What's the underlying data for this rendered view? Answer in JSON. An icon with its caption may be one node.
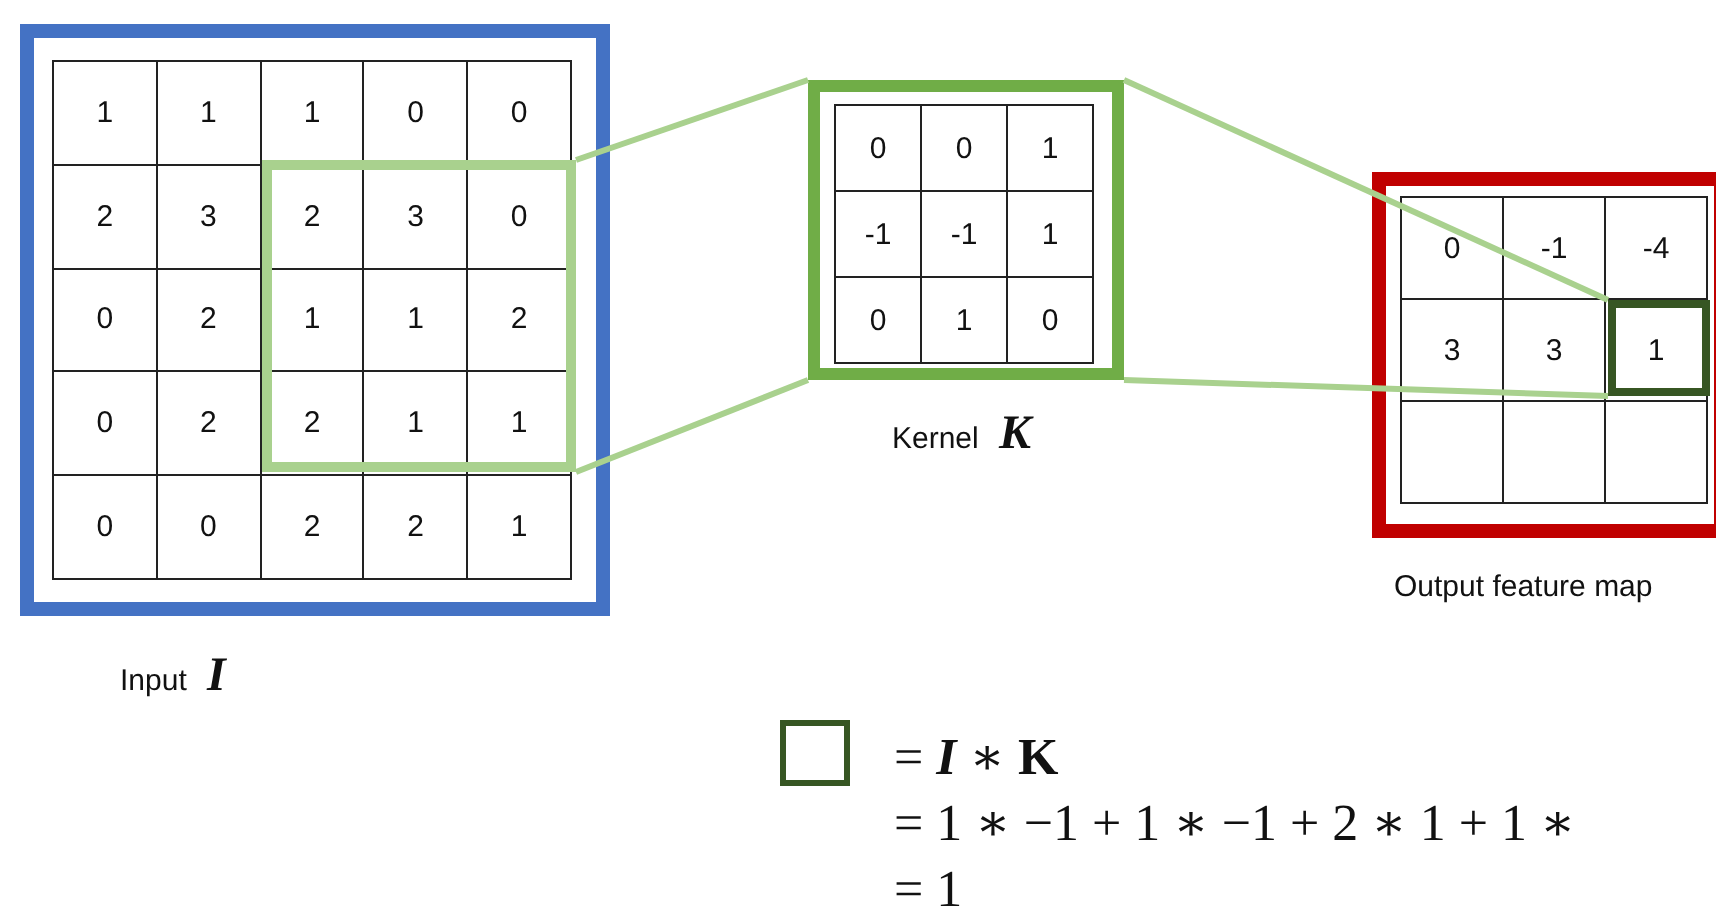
{
  "diagram": {
    "nodes": [
      {
        "text": [],
        "shape": "box",
        "beside": [
          "Input *I*"
        ]
      },
      {
        "text": [],
        "shape": "box",
        "in": 0
      },
      {
        "text": [],
        "shape": "box",
        "beside": [
          "Kernel *K*"
        ]
      },
      {
        "text": [],
        "shape": "box",
        "beside": [
          "Output feature map"
        ]
      },
      {
        "text": [],
        "shape": "box",
        "in": 3
      },
      {
        "text": [],
        "shape": "box",
        "beside": [
          "= *I* ∗ **K**",
          "= 1 ∗ −1 + 1 ∗ −1 + 2 ∗ 1 + 1 ∗",
          "= 1"
        ]
      }
    ],
    "edges": [
      {
        "from": 1,
        "to": 2,
        "arrow": "none"
      },
      {
        "from": 1,
        "to": 2,
        "arrow": "none"
      },
      {
        "from": 2,
        "to": 4,
        "arrow": "none"
      },
      {
        "from": 2,
        "to": 4,
        "arrow": "none"
      }
    ],
    "labels": [
      "1",
      "1",
      "1",
      "0",
      "0",
      "2",
      "3",
      "2",
      "3",
      "0",
      "0",
      "2",
      "1",
      "1",
      "2",
      "0",
      "2",
      "2",
      "1",
      "1",
      "0",
      "0",
      "2",
      "2",
      "1",
      "0",
      "0",
      "1",
      "-1",
      "-1",
      "1",
      "0",
      "1",
      "0",
      "0",
      "-1",
      "-4",
      "3",
      "3",
      "1"
    ]
  }
}
